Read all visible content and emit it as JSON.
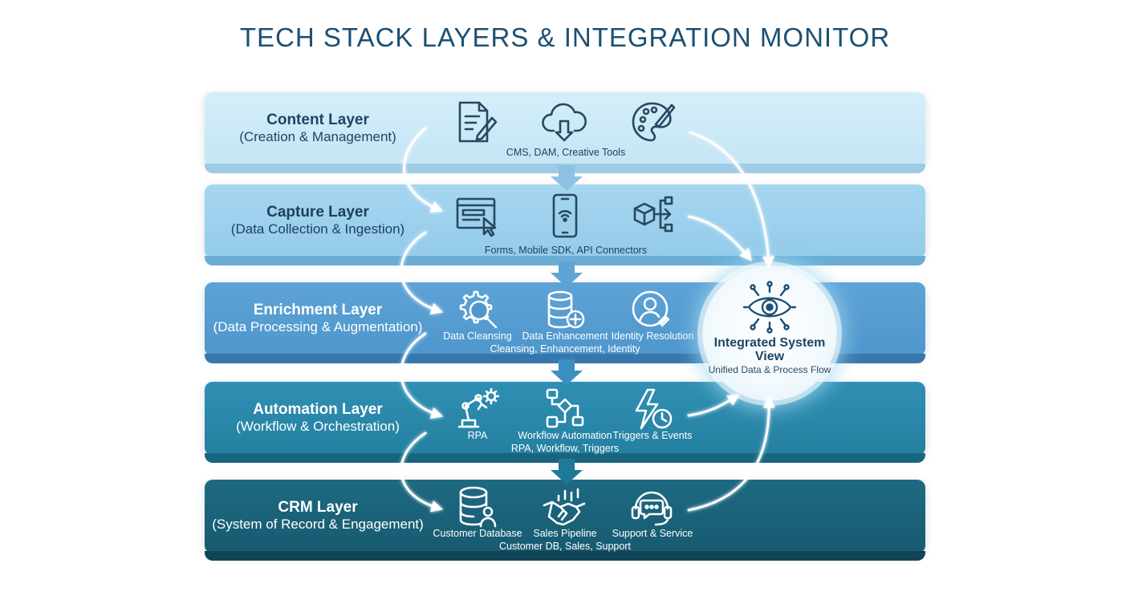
{
  "title": "TECH STACK LAYERS & INTEGRATION MONITOR",
  "layers": [
    {
      "name": "Content Layer",
      "subtitle": "(Creation & Management)",
      "summary": "CMS, DAM, Creative Tools",
      "icons": [
        "document-edit-icon",
        "cloud-download-icon",
        "palette-icon"
      ],
      "icon_labels": []
    },
    {
      "name": "Capture Layer",
      "subtitle": "(Data Collection & Ingestion)",
      "summary": "Forms, Mobile SDK, API Connectors",
      "icons": [
        "web-form-icon",
        "mobile-wifi-icon",
        "api-cube-icon"
      ],
      "icon_labels": []
    },
    {
      "name": "Enrichment Layer",
      "subtitle": "(Data Processing & Augmentation)",
      "summary": "Cleansing, Enhancement, Identity",
      "icons": [
        "gear-search-icon",
        "database-plus-icon",
        "identity-user-icon"
      ],
      "icon_labels": [
        "Data Cleansing",
        "Data Enhancement",
        "Identity Resolution"
      ]
    },
    {
      "name": "Automation Layer",
      "subtitle": "(Workflow & Orchestration)",
      "summary": "RPA, Workflow, Triggers",
      "icons": [
        "robot-arm-icon",
        "workflow-icon",
        "lightning-clock-icon"
      ],
      "icon_labels": [
        "RPA",
        "Workflow Automation",
        "Triggers & Events"
      ]
    },
    {
      "name": "CRM Layer",
      "subtitle": "(System of Record & Engagement)",
      "summary": "Customer DB, Sales, Support",
      "icons": [
        "customer-database-icon",
        "handshake-icon",
        "headset-icon"
      ],
      "icon_labels": [
        "Customer Database",
        "Sales Pipeline",
        "Support & Service"
      ]
    }
  ],
  "hub": {
    "title": "Integrated System View",
    "subtitle": "Unified Data & Process Flow",
    "icon": "eye-network-icon"
  },
  "colors": {
    "title": "#1d4f73",
    "content_layer": "#cdeaf7",
    "capture_layer": "#9dd0ed",
    "enrichment_layer": "#569dd1",
    "automation_layer": "#2a88aa",
    "crm_layer": "#1a6279"
  }
}
